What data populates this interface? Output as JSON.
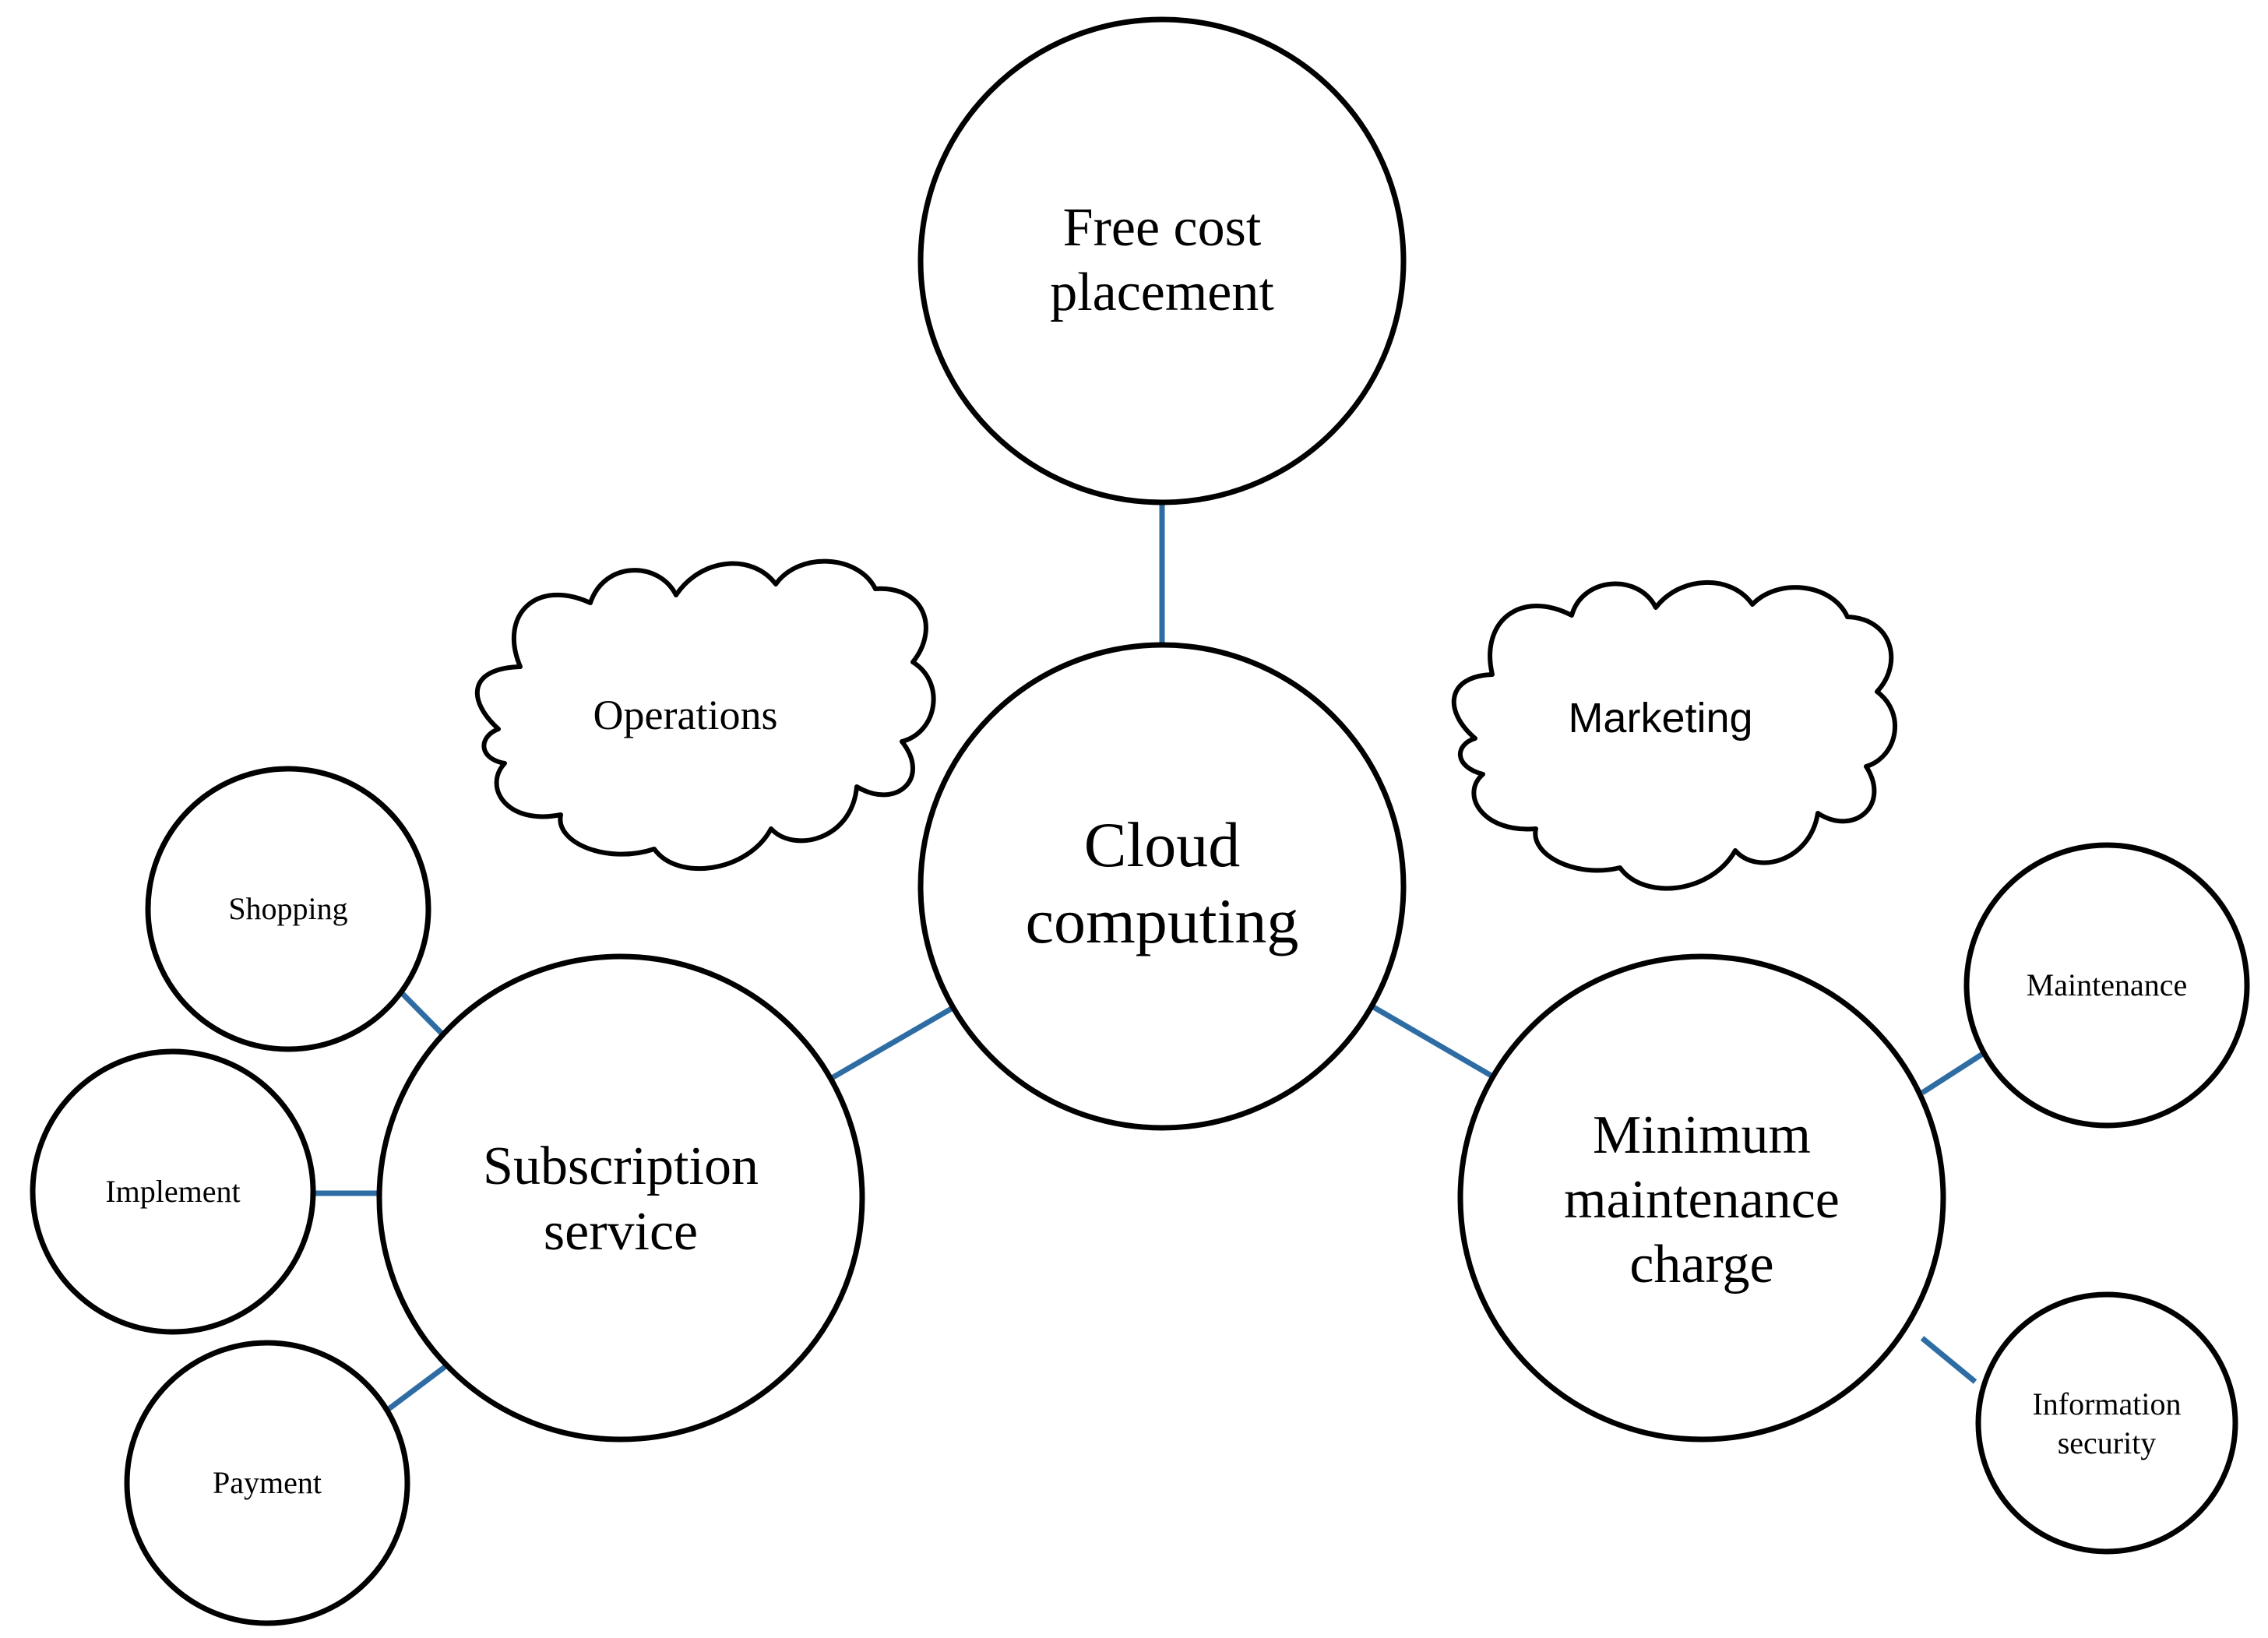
{
  "diagram": {
    "center": {
      "lines": [
        "Cloud",
        "computing"
      ]
    },
    "top": {
      "lines": [
        "Free cost",
        "placement"
      ]
    },
    "left": {
      "lines": [
        "Subscription",
        "service"
      ]
    },
    "right": {
      "lines": [
        "Minimum",
        "maintenance",
        "charge"
      ]
    },
    "left_children": {
      "shopping": "Shopping",
      "implement": "Implement",
      "payment": "Payment"
    },
    "right_children": {
      "maintenance": "Maintenance",
      "information_security": [
        "Information",
        "security"
      ]
    },
    "clouds": {
      "operations": "Operations",
      "marketing": "Marketing"
    },
    "colors": {
      "connector": "#2e6da4",
      "outline": "#000000",
      "background": "#ffffff"
    }
  }
}
